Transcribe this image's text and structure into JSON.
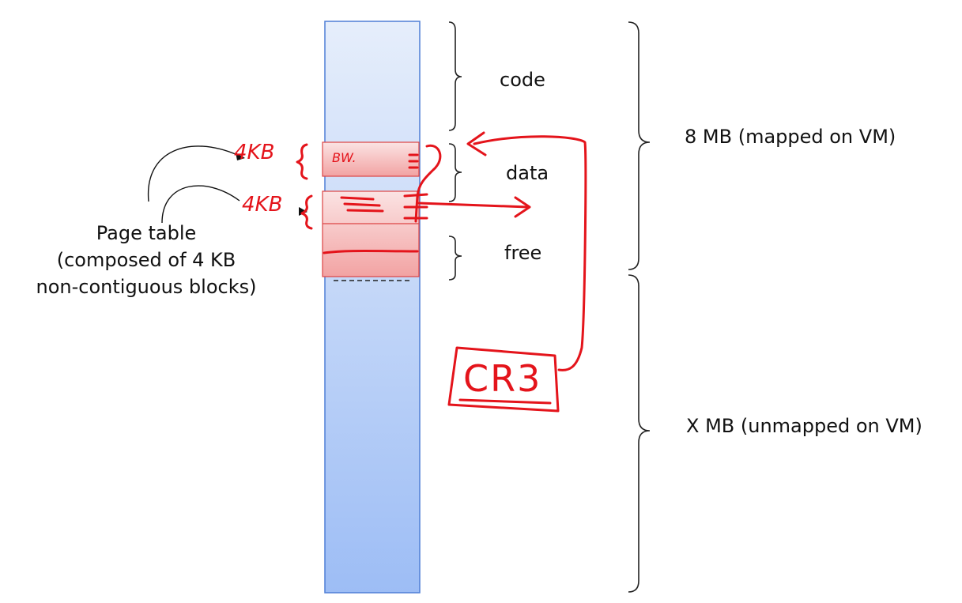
{
  "regions": {
    "code": "code",
    "data": "data",
    "free": "free"
  },
  "size_labels": {
    "mapped": "8 MB (mapped on VM)",
    "unmapped": "X MB (unmapped on VM)"
  },
  "page_table": {
    "line1": "Page table",
    "line2": "(composed of 4 KB",
    "line3": "non-contiguous blocks)"
  },
  "annotations": {
    "block_size_1": "4KB",
    "block_size_2": "4KB",
    "entry_text": "BW.",
    "register": "CR3"
  },
  "colors": {
    "memory_top": "#e6eefb",
    "memory_bottom": "#9dbdf5",
    "memory_border": "#4f7fd6",
    "page_block_top": "#fbe3e3",
    "page_block_bottom": "#f2a3a3",
    "page_block_border": "#d44",
    "annotation": "#e4141b"
  }
}
